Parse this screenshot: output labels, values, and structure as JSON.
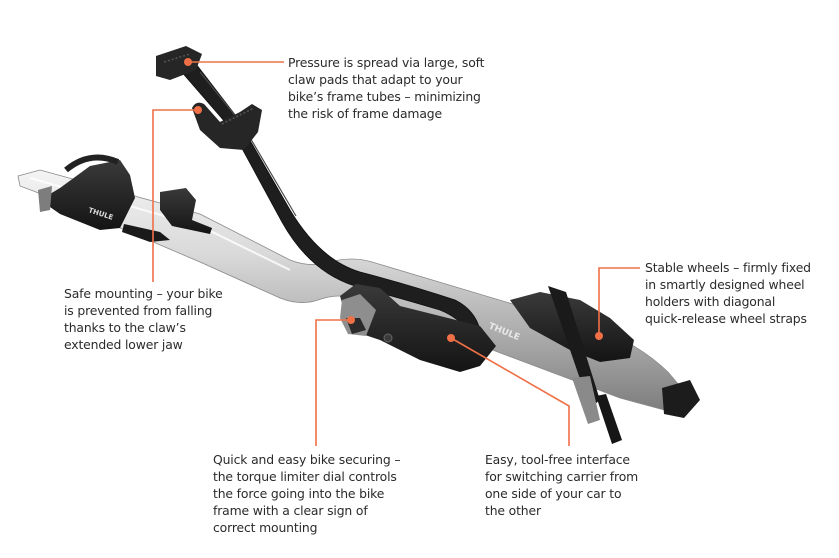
{
  "product": {
    "brand_label": "THULE",
    "accent_color": "#ef7047",
    "text_color": "#2b2b2b"
  },
  "callouts": [
    {
      "id": "claw-pads",
      "lines": [
        "Pressure is spread via large, soft",
        "claw pads that adapt to your",
        "bike’s frame tubes – minimizing",
        "the risk of frame damage"
      ]
    },
    {
      "id": "safe-mounting",
      "lines": [
        "Safe mounting – your bike",
        "is prevented from falling",
        "thanks to the claw’s",
        "extended lower jaw"
      ]
    },
    {
      "id": "stable-wheels",
      "lines": [
        "Stable wheels – firmly fixed",
        "in smartly designed wheel",
        "holders with diagonal",
        "quick-release wheel straps"
      ]
    },
    {
      "id": "torque-limiter",
      "lines": [
        "Quick and easy bike securing –",
        "the torque limiter dial controls",
        "the force going into the bike",
        "frame with a clear sign of",
        "correct mounting"
      ]
    },
    {
      "id": "tool-free-interface",
      "lines": [
        "Easy, tool-free interface",
        "for switching carrier from",
        "one side of your car to",
        "the other"
      ]
    }
  ]
}
